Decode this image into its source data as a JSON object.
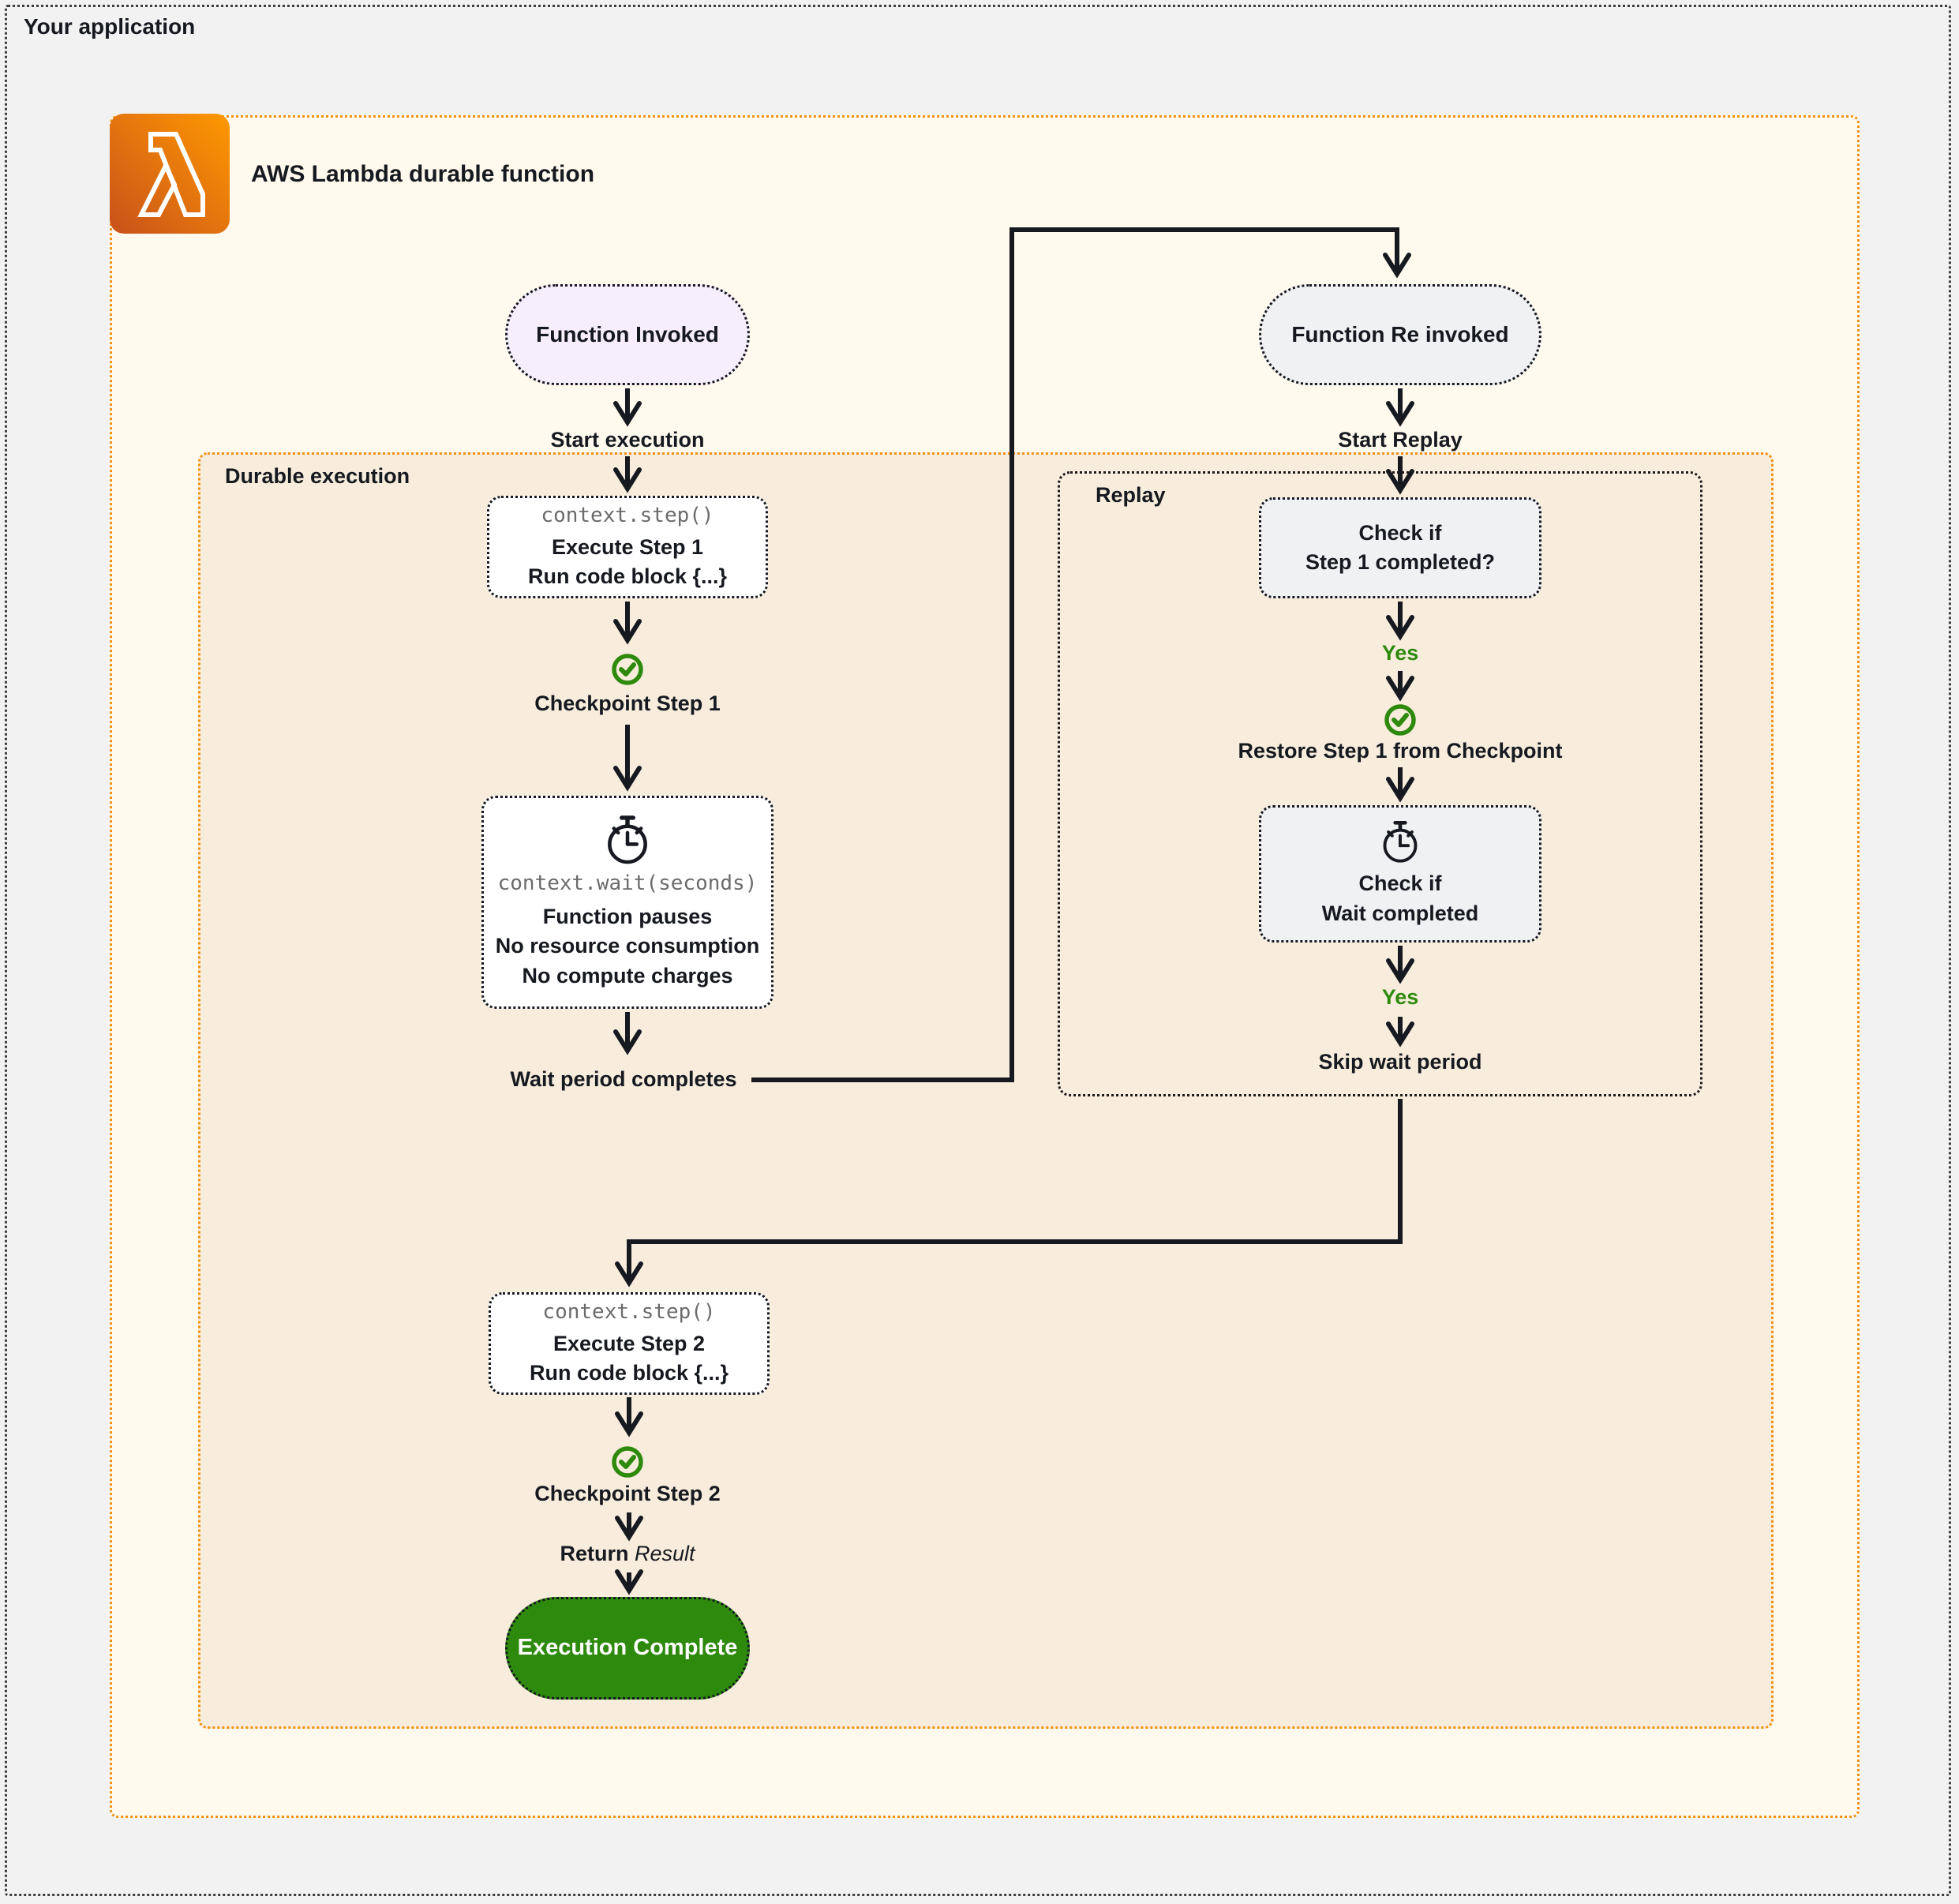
{
  "window": {
    "title": "Your application"
  },
  "header": {
    "icon": "aws-lambda",
    "title": "AWS Lambda durable function"
  },
  "regions": {
    "durable_execution": {
      "label": "Durable execution"
    },
    "replay": {
      "label": "Replay"
    }
  },
  "nodes": {
    "function_invoked": {
      "label": "Function Invoked"
    },
    "start_execution_label": "Start execution",
    "step1": {
      "code": "context.step()",
      "title": "Execute Step 1",
      "subtitle": "Run code block {...}"
    },
    "checkpoint_step1_label": "Checkpoint Step 1",
    "wait": {
      "code": "context.wait(seconds)",
      "line1": "Function pauses",
      "line2": "No resource consumption",
      "line3": "No compute charges"
    },
    "wait_period_completes_label": "Wait period completes",
    "function_reinvoked": {
      "label": "Function Re invoked"
    },
    "start_replay_label": "Start Replay",
    "check_step1": {
      "line1": "Check if",
      "line2": "Step 1 completed?"
    },
    "yes_step1_label": "Yes",
    "restore_label": "Restore Step 1 from Checkpoint",
    "check_wait": {
      "line1": "Check if",
      "line2": "Wait completed"
    },
    "yes_wait_label": "Yes",
    "skip_wait_label": "Skip wait period",
    "step2": {
      "code": "context.step()",
      "title": "Execute Step 2",
      "subtitle": "Run code block {...}"
    },
    "checkpoint_step2_label": "Checkpoint Step 2",
    "return_result": {
      "keyword": "Return",
      "value": "Result"
    },
    "execution_complete": {
      "label": "Execution Complete"
    }
  },
  "colors": {
    "outer_background": "#F2F2F3",
    "app_background": "#FFF9EE",
    "durable_background": "#F8EDDD",
    "accent_orange": "#F29111",
    "lambda_gradient_start": "#C8511B",
    "lambda_gradient_end": "#FF9900",
    "success_green": "#2E8A0D",
    "node_gray": "#EFF1F2",
    "node_lavender": "#F6EEFC",
    "code_gray": "#6B6B6B",
    "text_dark": "#16191F"
  }
}
